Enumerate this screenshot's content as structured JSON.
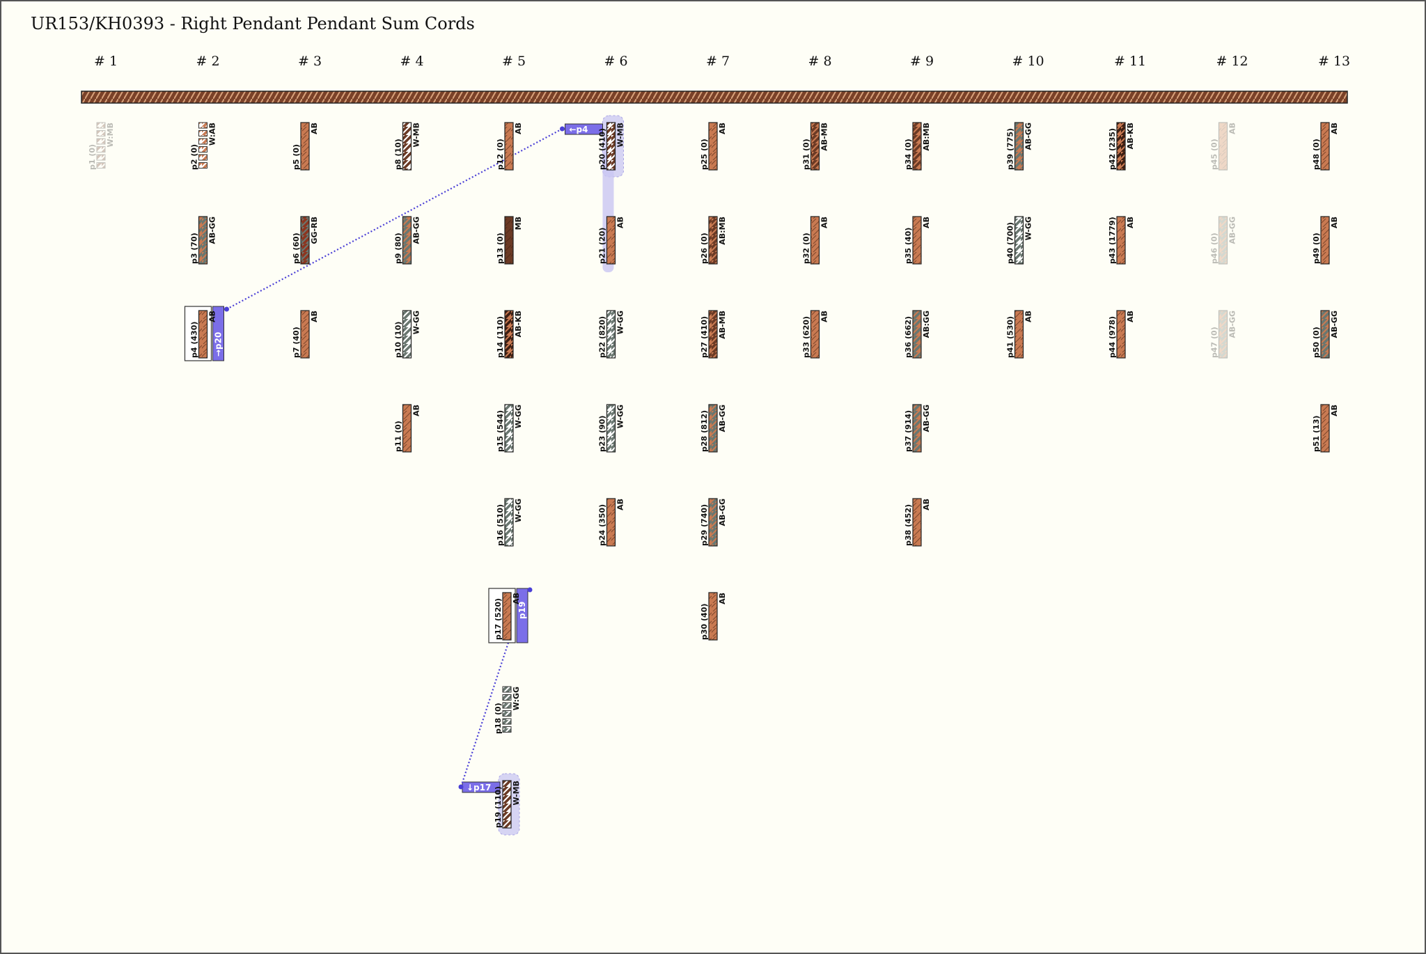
{
  "title": "UR153/KH0393 - Right Pendant Pendant Sum Cords",
  "groups": [
    "# 1",
    "# 2",
    "# 3",
    "# 4",
    "# 5",
    "# 6",
    "# 7",
    "# 8",
    "# 9",
    "# 10",
    "# 11",
    "# 12",
    "# 13"
  ],
  "colors": {
    "AB": "#c97a52",
    "MB": "#6b3a25",
    "KB": "#3d1e12",
    "GG": "#6a7770",
    "RB": "#8c3520",
    "W": "#ffffff",
    "primary_cord": "#7a4128",
    "link": "#4a3fd6",
    "link_box": "#7b6ee8",
    "highlight": "#c9c6f3",
    "faded": "#e4e2db"
  },
  "cords": [
    {
      "id": "p1",
      "label": "p1 (0)",
      "color": "W:MB",
      "group": 1,
      "row": 1,
      "faded": true,
      "broken": true
    },
    {
      "id": "p2",
      "label": "p2 (0)",
      "color": "W:AB",
      "group": 2,
      "row": 1,
      "broken": true
    },
    {
      "id": "p3",
      "label": "p3 (70)",
      "color": "AB-GG",
      "group": 2,
      "row": 2
    },
    {
      "id": "p4",
      "label": "p4 (430)",
      "color": "AB",
      "group": 2,
      "row": 3,
      "boxed": true
    },
    {
      "id": "p5",
      "label": "p5 (0)",
      "color": "AB",
      "group": 3,
      "row": 1
    },
    {
      "id": "p6",
      "label": "p6 (60)",
      "color": "GG-RB",
      "group": 3,
      "row": 2
    },
    {
      "id": "p7",
      "label": "p7 (40)",
      "color": "AB",
      "group": 3,
      "row": 3
    },
    {
      "id": "p8",
      "label": "p8 (10)",
      "color": "W-MB",
      "group": 4,
      "row": 1
    },
    {
      "id": "p9",
      "label": "p9 (80)",
      "color": "AB-GG",
      "group": 4,
      "row": 2
    },
    {
      "id": "p10",
      "label": "p10 (10)",
      "color": "W-GG",
      "group": 4,
      "row": 3
    },
    {
      "id": "p11",
      "label": "p11 (0)",
      "color": "AB",
      "group": 4,
      "row": 4
    },
    {
      "id": "p12",
      "label": "p12 (0)",
      "color": "AB",
      "group": 5,
      "row": 1
    },
    {
      "id": "p13",
      "label": "p13 (0)",
      "color": "MB",
      "group": 5,
      "row": 2
    },
    {
      "id": "p14",
      "label": "p14 (110)",
      "color": "AB-KB",
      "group": 5,
      "row": 3
    },
    {
      "id": "p15",
      "label": "p15 (544)",
      "color": "W-GG",
      "group": 5,
      "row": 4
    },
    {
      "id": "p16",
      "label": "p16 (510)",
      "color": "W-GG",
      "group": 5,
      "row": 5
    },
    {
      "id": "p17",
      "label": "p17 (520)",
      "color": "AB",
      "group": 5,
      "row": 6,
      "boxed": true
    },
    {
      "id": "p18",
      "label": "p18 (0)",
      "color": "W:GG",
      "group": 5,
      "row": 7,
      "broken": true
    },
    {
      "id": "p19",
      "label": "p19 (110)",
      "color": "W-MB",
      "group": 5,
      "row": 8,
      "highlight": true
    },
    {
      "id": "p20",
      "label": "p20 (410)",
      "color": "W-MB",
      "group": 6,
      "row": 1,
      "highlight": true
    },
    {
      "id": "p21",
      "label": "p21 (20)",
      "color": "AB",
      "group": 6,
      "row": 2
    },
    {
      "id": "p22",
      "label": "p22 (820)",
      "color": "W-GG",
      "group": 6,
      "row": 3
    },
    {
      "id": "p23",
      "label": "p23 (90)",
      "color": "W-GG",
      "group": 6,
      "row": 4
    },
    {
      "id": "p24",
      "label": "p24 (350)",
      "color": "AB",
      "group": 6,
      "row": 5
    },
    {
      "id": "p25",
      "label": "p25 (0)",
      "color": "AB",
      "group": 7,
      "row": 1
    },
    {
      "id": "p26",
      "label": "p26 (0)",
      "color": "AB:MB",
      "group": 7,
      "row": 2
    },
    {
      "id": "p27",
      "label": "p27 (410)",
      "color": "AB-MB",
      "group": 7,
      "row": 3
    },
    {
      "id": "p28",
      "label": "p28 (812)",
      "color": "AB-GG",
      "group": 7,
      "row": 4
    },
    {
      "id": "p29",
      "label": "p29 (740)",
      "color": "AB-GG",
      "group": 7,
      "row": 5
    },
    {
      "id": "p30",
      "label": "p30 (40)",
      "color": "AB",
      "group": 7,
      "row": 6
    },
    {
      "id": "p31",
      "label": "p31 (0)",
      "color": "AB-MB",
      "group": 8,
      "row": 1
    },
    {
      "id": "p32",
      "label": "p32 (0)",
      "color": "AB",
      "group": 8,
      "row": 2
    },
    {
      "id": "p33",
      "label": "p33 (620)",
      "color": "AB",
      "group": 8,
      "row": 3
    },
    {
      "id": "p34",
      "label": "p34 (0)",
      "color": "AB:MB",
      "group": 9,
      "row": 1
    },
    {
      "id": "p35",
      "label": "p35 (40)",
      "color": "AB",
      "group": 9,
      "row": 2
    },
    {
      "id": "p36",
      "label": "p36 (662)",
      "color": "AB:GG",
      "group": 9,
      "row": 3
    },
    {
      "id": "p37",
      "label": "p37 (914)",
      "color": "AB-GG",
      "group": 9,
      "row": 4
    },
    {
      "id": "p38",
      "label": "p38 (452)",
      "color": "AB",
      "group": 9,
      "row": 5
    },
    {
      "id": "p39",
      "label": "p39 (775)",
      "color": "AB-GG",
      "group": 10,
      "row": 1
    },
    {
      "id": "p40",
      "label": "p40 (700)",
      "color": "W-GG",
      "group": 10,
      "row": 2
    },
    {
      "id": "p41",
      "label": "p41 (530)",
      "color": "AB",
      "group": 10,
      "row": 3
    },
    {
      "id": "p42",
      "label": "p42 (235)",
      "color": "AB-KB",
      "group": 11,
      "row": 1
    },
    {
      "id": "p43",
      "label": "p43 (1779)",
      "color": "AB",
      "group": 11,
      "row": 2
    },
    {
      "id": "p44",
      "label": "p44 (978)",
      "color": "AB",
      "group": 11,
      "row": 3
    },
    {
      "id": "p45",
      "label": "p45 (0)",
      "color": "AB",
      "group": 12,
      "row": 1,
      "faded": true
    },
    {
      "id": "p46",
      "label": "p46 (0)",
      "color": "AB-GG",
      "group": 12,
      "row": 2,
      "faded": true
    },
    {
      "id": "p47",
      "label": "p47 (0)",
      "color": "AB-GG",
      "group": 12,
      "row": 3,
      "faded": true
    },
    {
      "id": "p48",
      "label": "p48 (0)",
      "color": "AB",
      "group": 13,
      "row": 1
    },
    {
      "id": "p49",
      "label": "p49 (0)",
      "color": "AB",
      "group": 13,
      "row": 2
    },
    {
      "id": "p50",
      "label": "p50 (0)",
      "color": "AB-GG",
      "group": 13,
      "row": 3
    },
    {
      "id": "p51",
      "label": "p51 (13)",
      "color": "AB",
      "group": 13,
      "row": 4
    }
  ],
  "links": [
    {
      "from": "p4",
      "to": "p20",
      "from_label": "→p20",
      "to_label": "←p4"
    },
    {
      "from": "p17",
      "to": "p19",
      "from_label": "p19",
      "to_label": "↓p17"
    }
  ]
}
